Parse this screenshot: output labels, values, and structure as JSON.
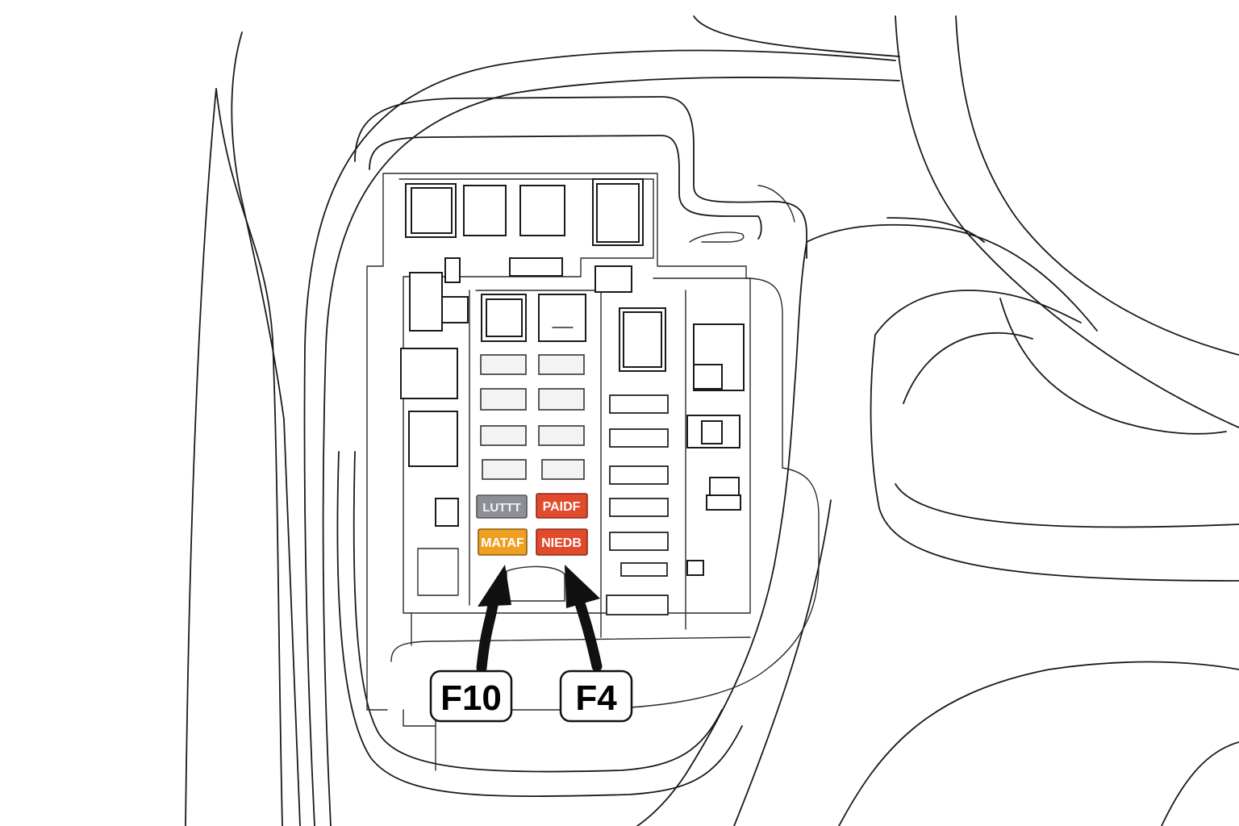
{
  "diagram": {
    "callouts": [
      {
        "id": "f10",
        "label": "F10"
      },
      {
        "id": "f4",
        "label": "F4"
      }
    ],
    "fuses": [
      {
        "id": "fuse-grey",
        "label": "LUTTT",
        "color": "#8c8f96"
      },
      {
        "id": "fuse-red-top",
        "label": "PAIDF",
        "color": "#e24a2c"
      },
      {
        "id": "fuse-orange",
        "label": "MATAF",
        "color": "#f0a020"
      },
      {
        "id": "fuse-red-bottom",
        "label": "NIEDB",
        "color": "#e24a2c"
      }
    ]
  }
}
